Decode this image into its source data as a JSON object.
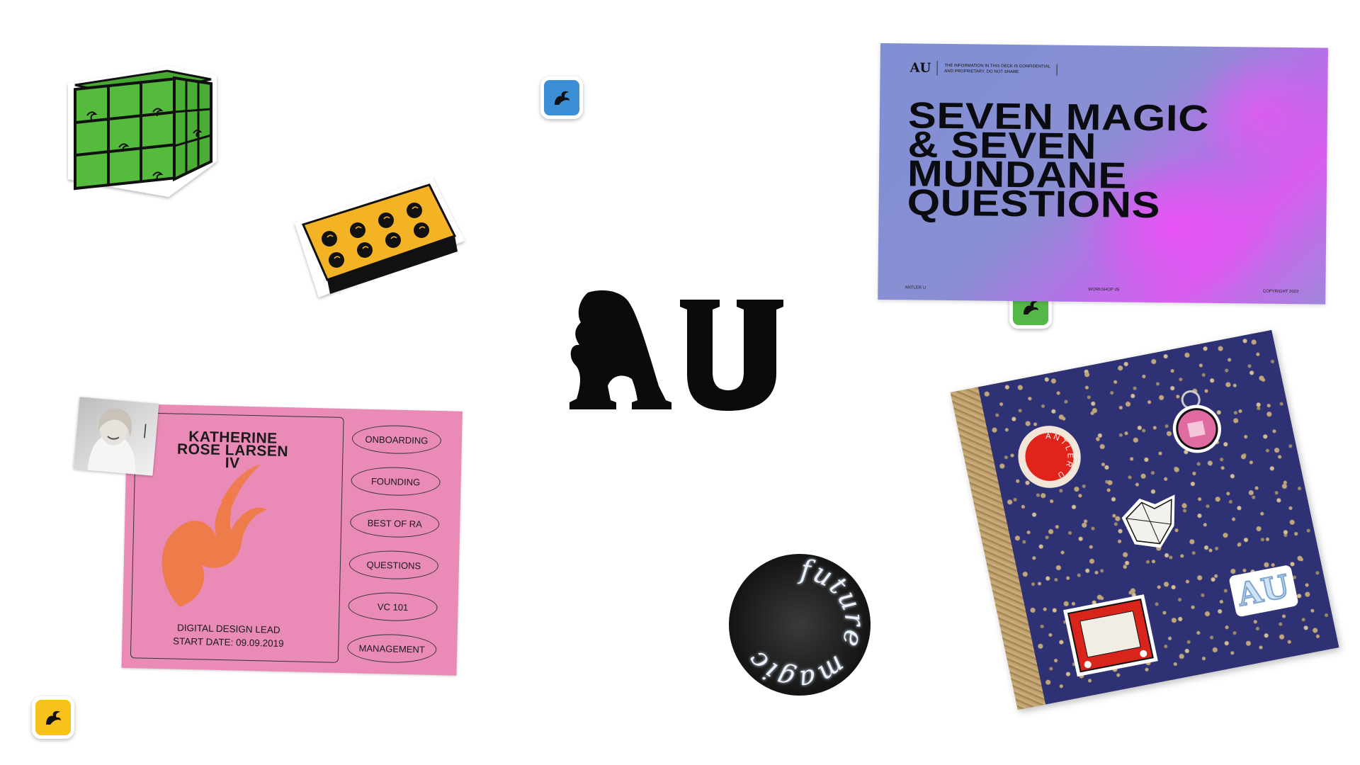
{
  "logo": {
    "text": "AU"
  },
  "slide": {
    "header_logo": "AU",
    "header_note": "THE INFORMATION IN THIS DECK IS CONFIDENTIAL AND PROPRIETARY. DO NOT SHARE.",
    "title_lines": [
      "SEVEN MAGIC",
      "& SEVEN",
      "MUNDANE",
      "QUESTIONS"
    ],
    "footer_left": "ANTLER U",
    "footer_center": "WORKSHOP #5",
    "footer_right": "COPYRIGHT 2022"
  },
  "id_card": {
    "name_lines": [
      "KATHERINE",
      "ROSE LARSEN",
      "IV"
    ],
    "role": "DIGITAL DESIGN LEAD",
    "start_date": "START DATE: 09.09.2019",
    "pills": [
      "ONBOARDING",
      "FOUNDING",
      "BEST OF RA",
      "QUESTIONS",
      "VC 101",
      "MANAGEMENT"
    ]
  },
  "neon": {
    "text": "future magic"
  },
  "notebook": {
    "badge_text": "ANTLER U",
    "sticker_text": "AU"
  },
  "stickers": {
    "blue": "#3b8fd6",
    "green": "#54b848",
    "yellow": "#f6c21b",
    "cube": "#55bb3c",
    "brick": "#f4b324",
    "pink_card": "#e98bb6",
    "orange_antler": "#ee7a45"
  }
}
